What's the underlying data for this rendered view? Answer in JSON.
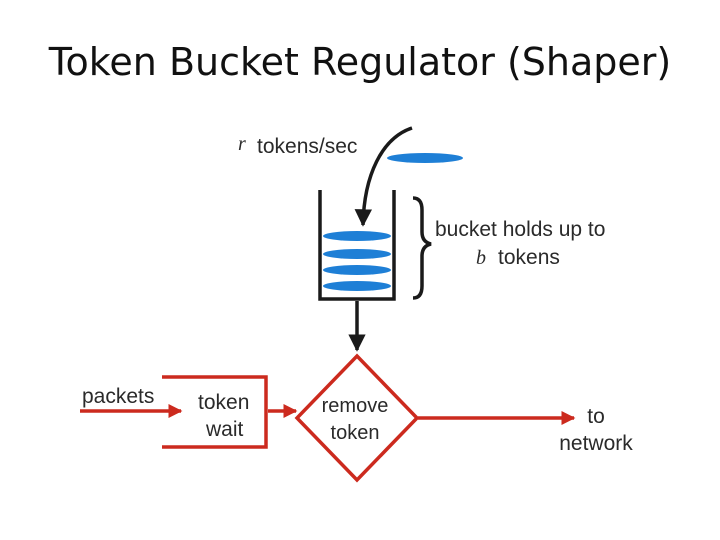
{
  "slide": {
    "title": "Token Bucket Regulator (Shaper)"
  },
  "diagram": {
    "rate_symbol": "r",
    "rate_unit": "tokens/sec",
    "bucket_caption_line1": "bucket holds up to",
    "bucket_symbol": "b",
    "bucket_caption_line2": "tokens",
    "input_label": "packets",
    "queue_label_line1": "token",
    "queue_label_line2": "wait",
    "decision_label_line1": "remove",
    "decision_label_line2": "token",
    "output_label_line1": "to",
    "output_label_line2": "network",
    "colors": {
      "token": "#1e7fd6",
      "flow": "#cc2a1e",
      "control": "#1a1a1a"
    }
  }
}
